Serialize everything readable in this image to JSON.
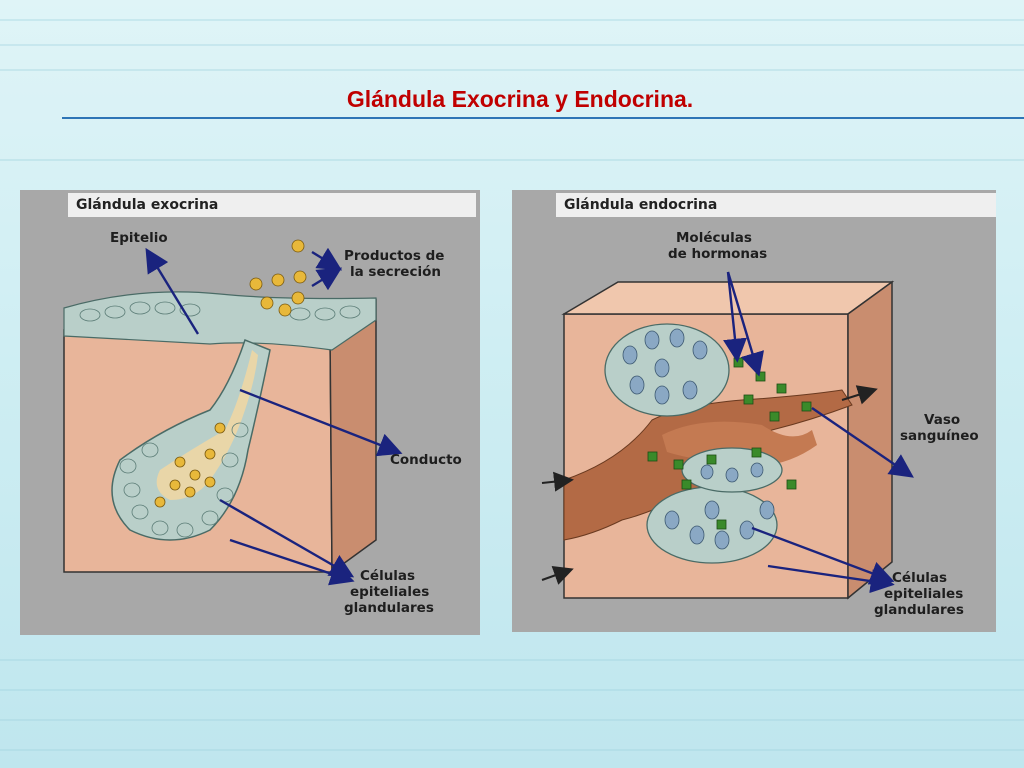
{
  "slide": {
    "title": "Glándula Exocrina y Endocrina."
  },
  "exocrine": {
    "header": "Glándula exocrina",
    "labels": {
      "epithelium": "Epitelio",
      "secretion_line1": "Productos de",
      "secretion_line2": "la secreción",
      "duct": "Conducto",
      "cells_line1": "Células",
      "cells_line2": "epiteliales",
      "cells_line3": "glandulares"
    }
  },
  "endocrine": {
    "header": "Glándula endocrina",
    "labels": {
      "hormones_line1": "Moléculas",
      "hormones_line2": "de hormonas",
      "vessel_line1": "Vaso",
      "vessel_line2": "sanguíneo",
      "cells_line1": "Células",
      "cells_line2": "epiteliales",
      "cells_line3": "glandulares"
    }
  },
  "colors": {
    "title": "#c00000",
    "rule": "#2e75b6",
    "arrow": "#1a237e",
    "tissue": "#e8b59a",
    "cells": "#b9cfc9",
    "secretion": "#e8b83a",
    "hormone": "#3a8a2a",
    "vessel": "#b36a45"
  }
}
